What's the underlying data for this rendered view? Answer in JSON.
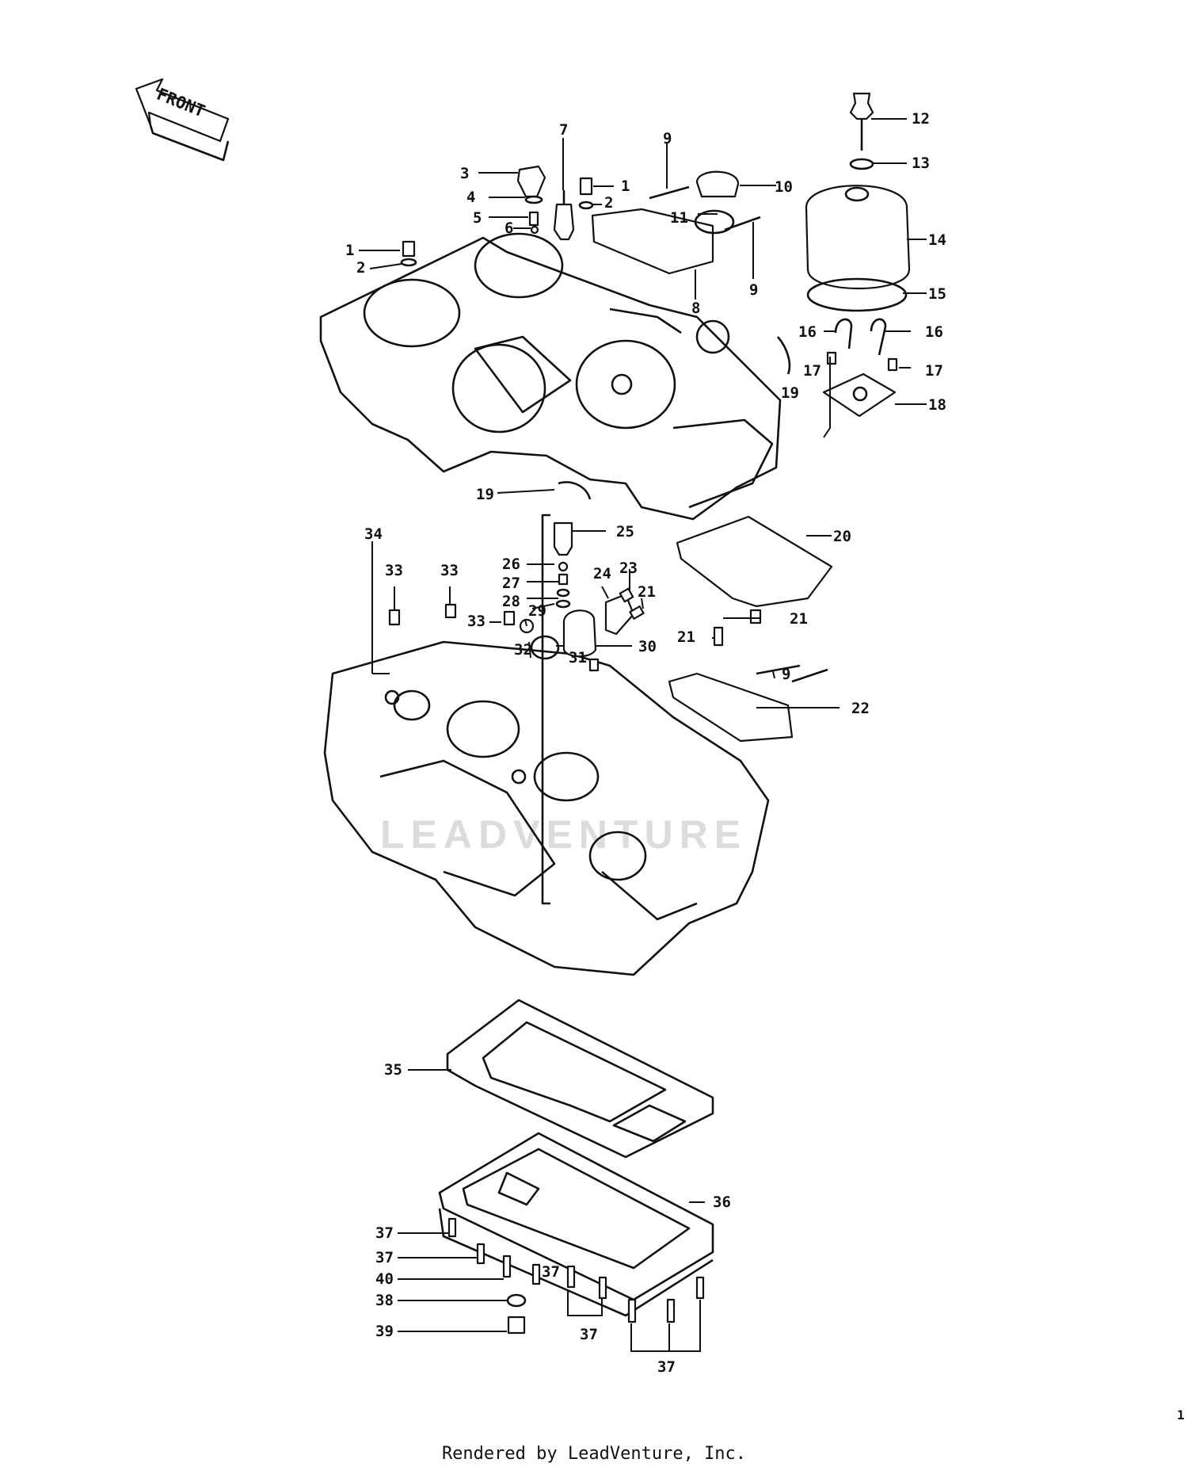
{
  "direction_arrow": {
    "text": "FRONT"
  },
  "watermark": "LEADVENTURE",
  "footer": "Rendered by LeadVenture, Inc.",
  "page_number": "1",
  "callouts": [
    {
      "id": "c1a",
      "text": "1"
    },
    {
      "id": "c2a",
      "text": "2"
    },
    {
      "id": "c3",
      "text": "3"
    },
    {
      "id": "c4",
      "text": "4"
    },
    {
      "id": "c5",
      "text": "5"
    },
    {
      "id": "c6",
      "text": "6"
    },
    {
      "id": "c7",
      "text": "7"
    },
    {
      "id": "c1b",
      "text": "1"
    },
    {
      "id": "c2b",
      "text": "2"
    },
    {
      "id": "c9a",
      "text": "9"
    },
    {
      "id": "c10",
      "text": "10"
    },
    {
      "id": "c11",
      "text": "11"
    },
    {
      "id": "c9b",
      "text": "9"
    },
    {
      "id": "c8",
      "text": "8"
    },
    {
      "id": "c12",
      "text": "12"
    },
    {
      "id": "c13",
      "text": "13"
    },
    {
      "id": "c14",
      "text": "14"
    },
    {
      "id": "c15",
      "text": "15"
    },
    {
      "id": "c16a",
      "text": "16"
    },
    {
      "id": "c16b",
      "text": "16"
    },
    {
      "id": "c17a",
      "text": "17"
    },
    {
      "id": "c17b",
      "text": "17"
    },
    {
      "id": "c18",
      "text": "18"
    },
    {
      "id": "c19a",
      "text": "19"
    },
    {
      "id": "c19b",
      "text": "19"
    },
    {
      "id": "c20",
      "text": "20"
    },
    {
      "id": "c25",
      "text": "25"
    },
    {
      "id": "c34",
      "text": "34"
    },
    {
      "id": "c33a",
      "text": "33"
    },
    {
      "id": "c33b",
      "text": "33"
    },
    {
      "id": "c26",
      "text": "26"
    },
    {
      "id": "c27",
      "text": "27"
    },
    {
      "id": "c28",
      "text": "28"
    },
    {
      "id": "c29",
      "text": "29"
    },
    {
      "id": "c24",
      "text": "24"
    },
    {
      "id": "c23",
      "text": "23"
    },
    {
      "id": "c21a",
      "text": "21"
    },
    {
      "id": "c21b",
      "text": "21"
    },
    {
      "id": "c21c",
      "text": "21"
    },
    {
      "id": "c33c",
      "text": "33"
    },
    {
      "id": "c32",
      "text": "32"
    },
    {
      "id": "c31",
      "text": "31"
    },
    {
      "id": "c30",
      "text": "30"
    },
    {
      "id": "c9c",
      "text": "9"
    },
    {
      "id": "c22",
      "text": "22"
    },
    {
      "id": "c35",
      "text": "35"
    },
    {
      "id": "c36",
      "text": "36"
    },
    {
      "id": "c37a",
      "text": "37"
    },
    {
      "id": "c37b",
      "text": "37"
    },
    {
      "id": "c40",
      "text": "40"
    },
    {
      "id": "c37c",
      "text": "37"
    },
    {
      "id": "c38",
      "text": "38"
    },
    {
      "id": "c39",
      "text": "39"
    },
    {
      "id": "c37d",
      "text": "37"
    },
    {
      "id": "c37e",
      "text": "37"
    }
  ]
}
